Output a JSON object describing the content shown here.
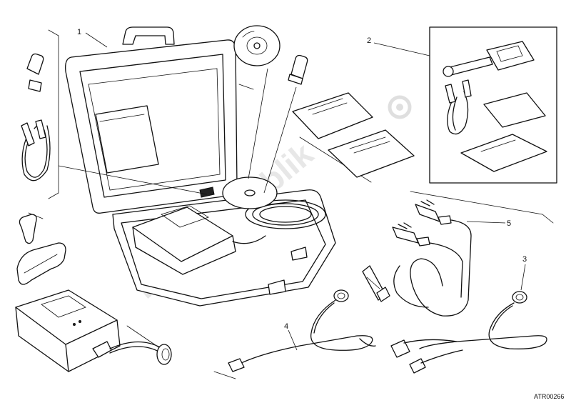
{
  "callouts": {
    "c1": "1",
    "c2": "2",
    "c3": "3",
    "c4": "4",
    "c5": "5"
  },
  "reference_code": "ATR00266",
  "watermark": "PartsRepublik"
}
